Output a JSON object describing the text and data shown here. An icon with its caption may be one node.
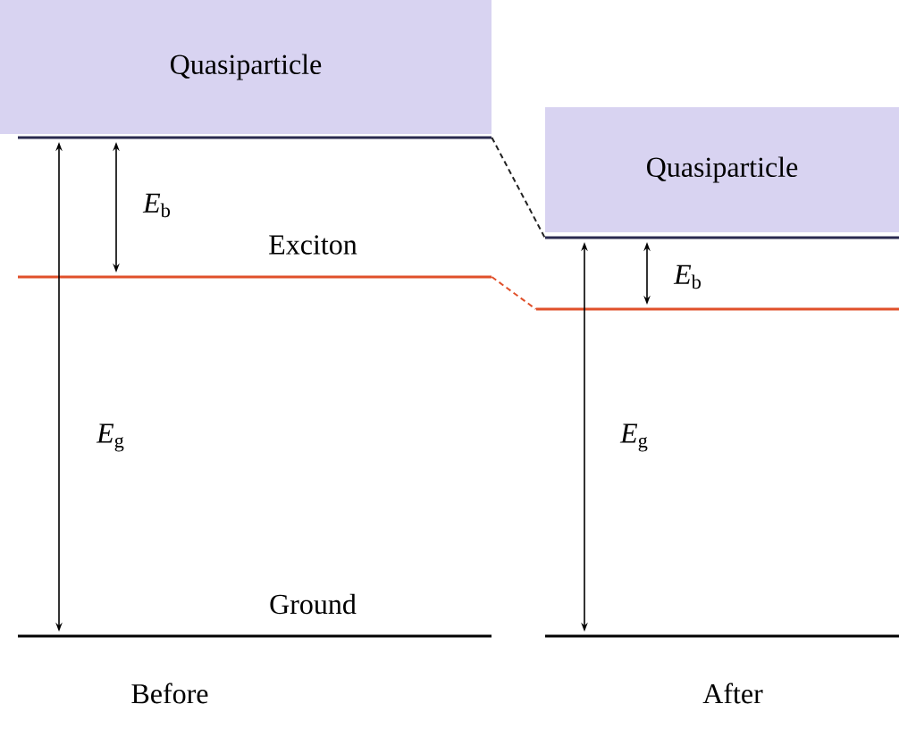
{
  "diagram": {
    "nodes": [
      {
        "text": [
          "Quasiparticle"
        ]
      },
      {
        "text": [],
        "shape": "bar"
      },
      {
        "text": [],
        "shape": "bar",
        "beside": [
          "Exciton"
        ]
      },
      {
        "text": [],
        "shape": "bar",
        "beside": [
          "Ground"
        ]
      },
      {
        "text": [
          "Quasiparticle"
        ]
      },
      {
        "text": [],
        "shape": "bar"
      },
      {
        "text": [],
        "shape": "bar"
      },
      {
        "text": [],
        "shape": "bar"
      }
    ],
    "edges": [
      {
        "from": 1,
        "to": 5,
        "arrow": "none",
        "style": "dashed",
        "color": "#222222"
      },
      {
        "from": 2,
        "to": 6,
        "arrow": "none",
        "style": "dashed",
        "color": "#e0502a"
      },
      {
        "from": 1,
        "to": 3,
        "arrow": "both"
      },
      {
        "from": 1,
        "to": 2,
        "arrow": "both"
      },
      {
        "from": 5,
        "to": 7,
        "arrow": "both"
      },
      {
        "from": 5,
        "to": 6,
        "arrow": "both"
      }
    ],
    "labels": [
      "*E*$_{b}$",
      "*E*$_{b}$",
      "*E*$_{g}$",
      "*E*$_{g}$",
      "Before",
      "After"
    ]
  }
}
